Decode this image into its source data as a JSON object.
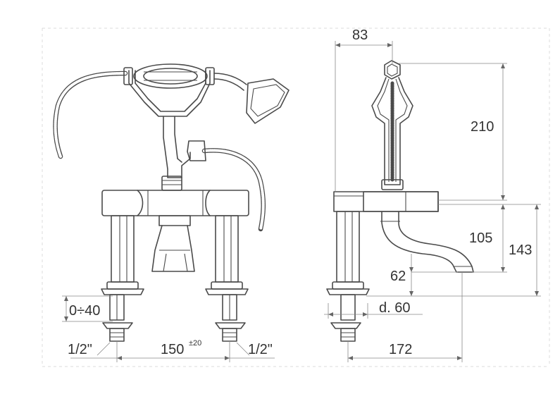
{
  "dimensions": {
    "top_width": "83",
    "handset_height": "210",
    "spout_reach_height": "105",
    "total_height": "143",
    "spout_clearance": "62",
    "deck_thickness": "0÷40",
    "hole_diameter": "d. 60",
    "projection": "172",
    "centres": "150",
    "centres_tolerance": "±20",
    "left_thread": "1/2\"",
    "right_thread": "1/2\""
  },
  "colors": {
    "line": "#4a4a4a",
    "dimension": "#888888",
    "text": "#333333"
  }
}
